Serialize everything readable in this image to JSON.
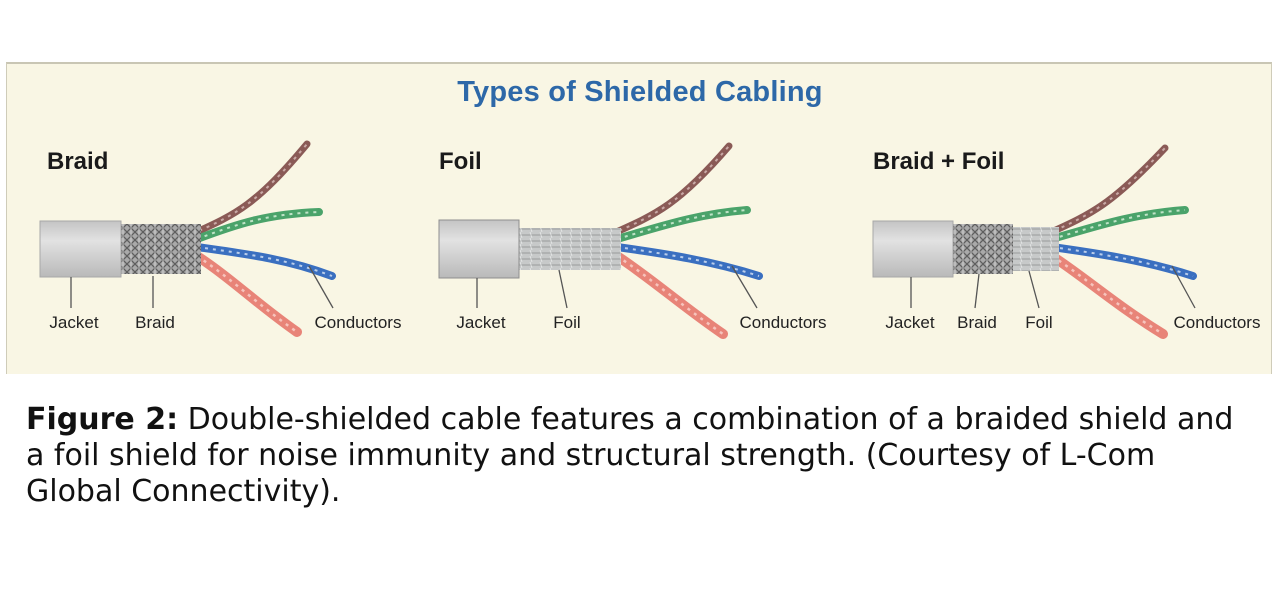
{
  "figure": {
    "title": "Types of Shielded Cabling",
    "panels": [
      {
        "name": "Braid",
        "parts": [
          "Jacket",
          "Braid",
          "Conductors"
        ]
      },
      {
        "name": "Foil",
        "parts": [
          "Jacket",
          "Foil",
          "Conductors"
        ]
      },
      {
        "name": "Braid + Foil",
        "parts": [
          "Jacket",
          "Braid",
          "Foil",
          "Conductors"
        ]
      }
    ],
    "colors": {
      "title": "#2d68a8",
      "background": "#f9f6e4",
      "jacket": "#d6d6d6",
      "wire_brown": "#8a5a56",
      "wire_green": "#4aa36a",
      "wire_blue": "#3a6fc0",
      "wire_orange": "#e88478"
    }
  },
  "caption": {
    "label": "Figure 2:",
    "text": " Double-shielded cable features a combination of a braided shield and a foil shield for noise immunity and structural strength. (Courtesy of L-Com Global Connectivity)."
  }
}
